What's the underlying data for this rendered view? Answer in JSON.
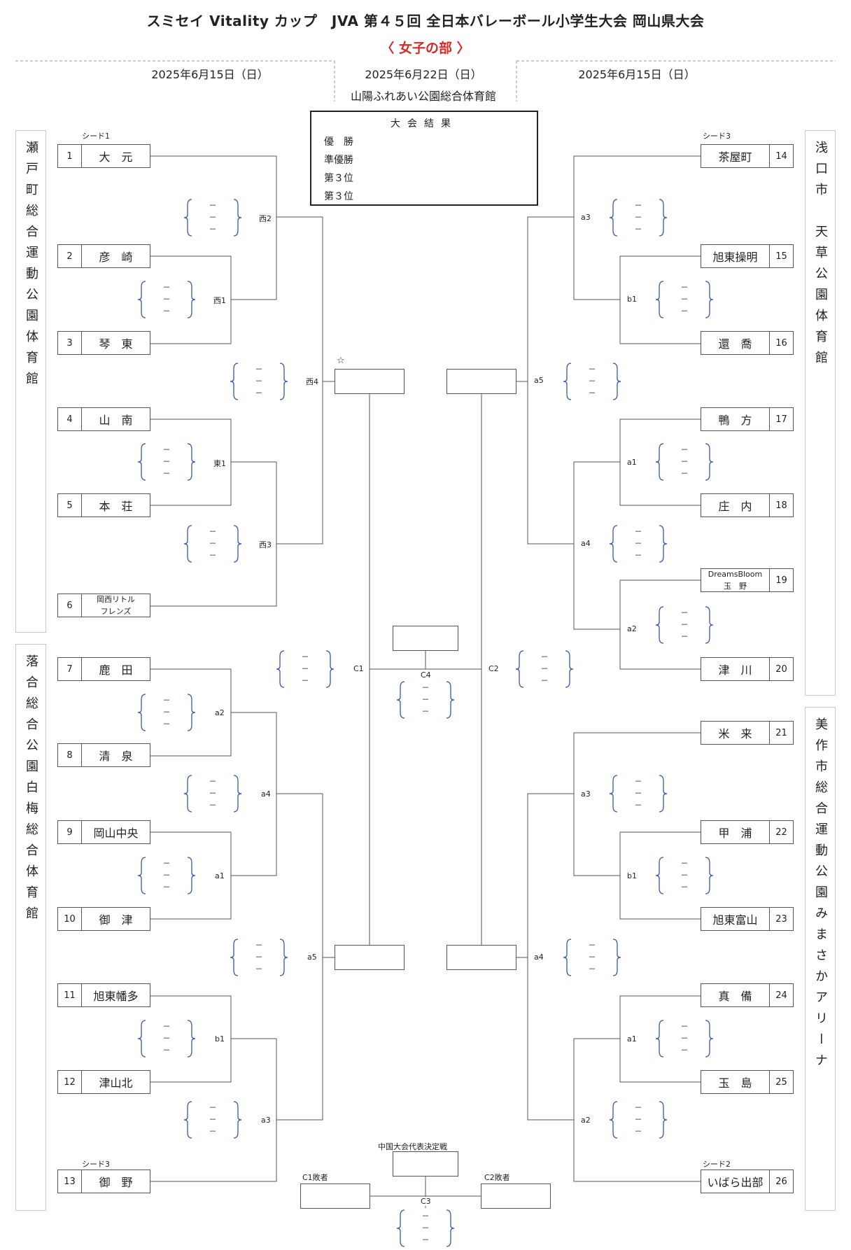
{
  "title": "スミセイ Vitality カップ　JVA 第４５回 全日本バレーボール小学生大会 岡山県大会",
  "subtitle": "〈 女子の部 〉",
  "dates": {
    "left": "2025年6月15日（日）",
    "center": "2025年6月22日（日）",
    "right": "2025年6月15日（日）"
  },
  "center_venue": "山陽ふれあい公園総合体育館",
  "venues": {
    "left_top": "瀬戸町総合運動公園体育館",
    "left_bottom": "落合総合公園白梅総合体育館",
    "right_top": "浅口市　天草公園体育館",
    "right_bottom": "美作市総合運動公園みまさかアリーナ"
  },
  "results": {
    "title": "大会結果",
    "items": [
      "優　勝",
      "準優勝",
      "第３位",
      "第３位"
    ]
  },
  "seeds": {
    "s1": "シード1",
    "s13": "シード3",
    "s14": "シード3",
    "s26": "シード2"
  },
  "teams_left": [
    {
      "num": "1",
      "name": "大　元"
    },
    {
      "num": "2",
      "name": "彦　崎"
    },
    {
      "num": "3",
      "name": "琴　東"
    },
    {
      "num": "4",
      "name": "山　南"
    },
    {
      "num": "5",
      "name": "本　荘"
    },
    {
      "num": "6",
      "name": "岡西リトル",
      "name2": "フレンズ"
    },
    {
      "num": "7",
      "name": "鹿　田"
    },
    {
      "num": "8",
      "name": "清　泉"
    },
    {
      "num": "9",
      "name": "岡山中央"
    },
    {
      "num": "10",
      "name": "御　津"
    },
    {
      "num": "11",
      "name": "旭東幡多"
    },
    {
      "num": "12",
      "name": "津山北"
    },
    {
      "num": "13",
      "name": "御　野"
    }
  ],
  "teams_right": [
    {
      "num": "14",
      "name": "茶屋町"
    },
    {
      "num": "15",
      "name": "旭東操明"
    },
    {
      "num": "16",
      "name": "還　喬"
    },
    {
      "num": "17",
      "name": "鴨　方"
    },
    {
      "num": "18",
      "name": "庄　内"
    },
    {
      "num": "19",
      "name": "DreamsBloom",
      "name2": "玉　野"
    },
    {
      "num": "20",
      "name": "津　川"
    },
    {
      "num": "21",
      "name": "米　来"
    },
    {
      "num": "22",
      "name": "甲　浦"
    },
    {
      "num": "23",
      "name": "旭東富山"
    },
    {
      "num": "24",
      "name": "真　備"
    },
    {
      "num": "25",
      "name": "玉　島"
    },
    {
      "num": "26",
      "name": "いばら出部"
    }
  ],
  "match_labels": {
    "L_nishi2": "西2",
    "L_nishi1": "西1",
    "L_nishi4": "西4",
    "L_higashi1": "東1",
    "L_nishi3": "西3",
    "L_c1": "C1",
    "L_a2": "a2",
    "L_a4": "a4",
    "L_a1": "a1",
    "L_a5": "a5",
    "L_b1": "b1",
    "L_a3": "a3",
    "R_a3": "a3",
    "R_b1": "b1",
    "R_a5": "a5",
    "R_a1": "a1",
    "R_a4": "a4",
    "R_a2": "a2",
    "R_c2": "C2",
    "R_a3b": "a3",
    "R_b1b": "b1",
    "R_a4b": "a4",
    "R_a1b": "a1",
    "R_a2b": "a2",
    "c4": "C4",
    "c3": "C3"
  },
  "star": "☆",
  "chugoku": "中国大会代表決定戦",
  "c1_loser": "C1敗者",
  "c2_loser": "C2敗者",
  "score_dash": "－"
}
